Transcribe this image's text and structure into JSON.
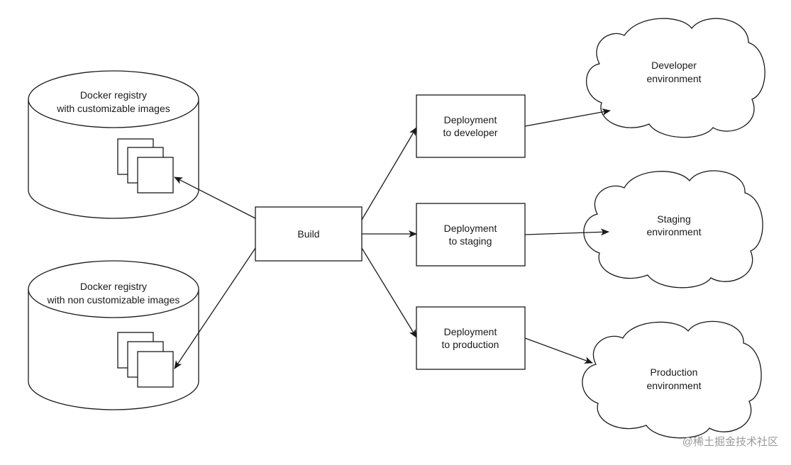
{
  "colors": {
    "stroke": "#1a1a1a",
    "fill": "#ffffff",
    "background": "#ffffff",
    "watermark": "#9a9a9a"
  },
  "nodes": {
    "registry_custom": {
      "lines": [
        "Docker registry",
        "with customizable images"
      ]
    },
    "registry_noncustom": {
      "lines": [
        "Docker registry",
        "with non customizable images"
      ]
    },
    "build": {
      "label": "Build"
    },
    "deploy_dev": {
      "lines": [
        "Deployment",
        "to developer"
      ]
    },
    "deploy_staging": {
      "lines": [
        "Deployment",
        "to staging"
      ]
    },
    "deploy_prod": {
      "lines": [
        "Deployment",
        "to production"
      ]
    },
    "env_dev": {
      "lines": [
        "Developer",
        "environment"
      ]
    },
    "env_staging": {
      "lines": [
        "Staging",
        "environment"
      ]
    },
    "env_prod": {
      "lines": [
        "Production",
        "environment"
      ]
    }
  },
  "edges": [
    {
      "from": "build",
      "to": "registry_custom"
    },
    {
      "from": "build",
      "to": "registry_noncustom"
    },
    {
      "from": "build",
      "to": "deploy_dev"
    },
    {
      "from": "build",
      "to": "deploy_staging"
    },
    {
      "from": "build",
      "to": "deploy_prod"
    },
    {
      "from": "deploy_dev",
      "to": "env_dev"
    },
    {
      "from": "deploy_staging",
      "to": "env_staging"
    },
    {
      "from": "deploy_prod",
      "to": "env_prod"
    }
  ],
  "watermark": "@稀土掘金技术社区"
}
